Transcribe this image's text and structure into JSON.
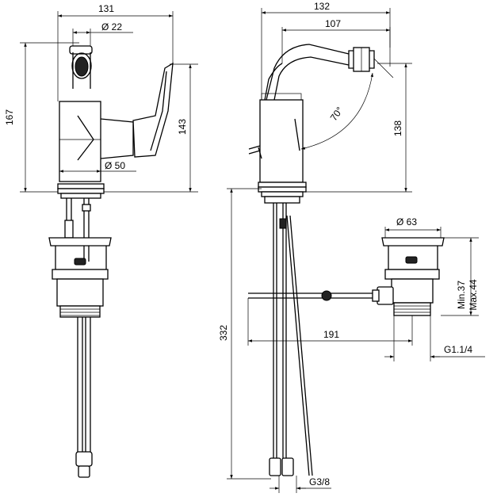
{
  "dimensions": {
    "front_width": "131",
    "front_outlet_dia": "Ø 22",
    "front_height": "167",
    "front_body_height": "143",
    "front_body_dia": "Ø 50",
    "side_width": "132",
    "side_reach": "107",
    "side_angle": "70°",
    "side_height": "138",
    "total_height": "332",
    "waste_dia": "Ø 63",
    "waste_min": "Min.37",
    "waste_max": "Max.44",
    "waste_reach": "191",
    "waste_thread": "G1.1/4",
    "supply_thread": "G3/8"
  }
}
